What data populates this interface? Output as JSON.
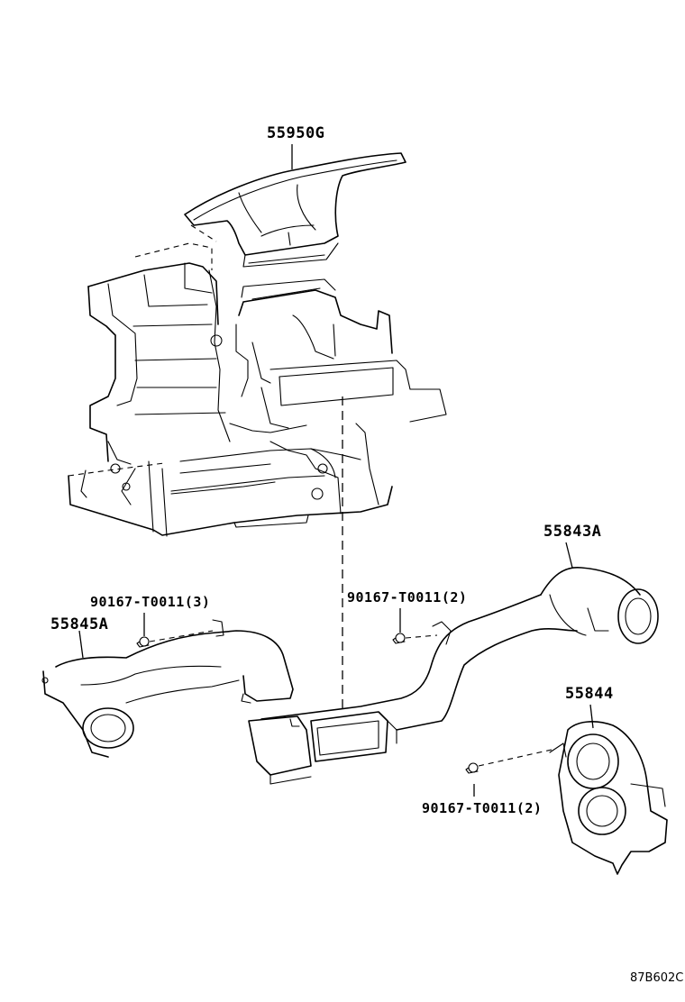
{
  "diagram": {
    "parts": {
      "duct_top": "55950G",
      "duct_right_upper": "55843A",
      "duct_left": "55845A",
      "duct_right_lower": "55844"
    },
    "screws": {
      "left": "90167-T0011(3)",
      "center": "90167-T0011(2)",
      "lower_right": "90167-T0011(2)"
    },
    "figure_code": "87B602C"
  }
}
